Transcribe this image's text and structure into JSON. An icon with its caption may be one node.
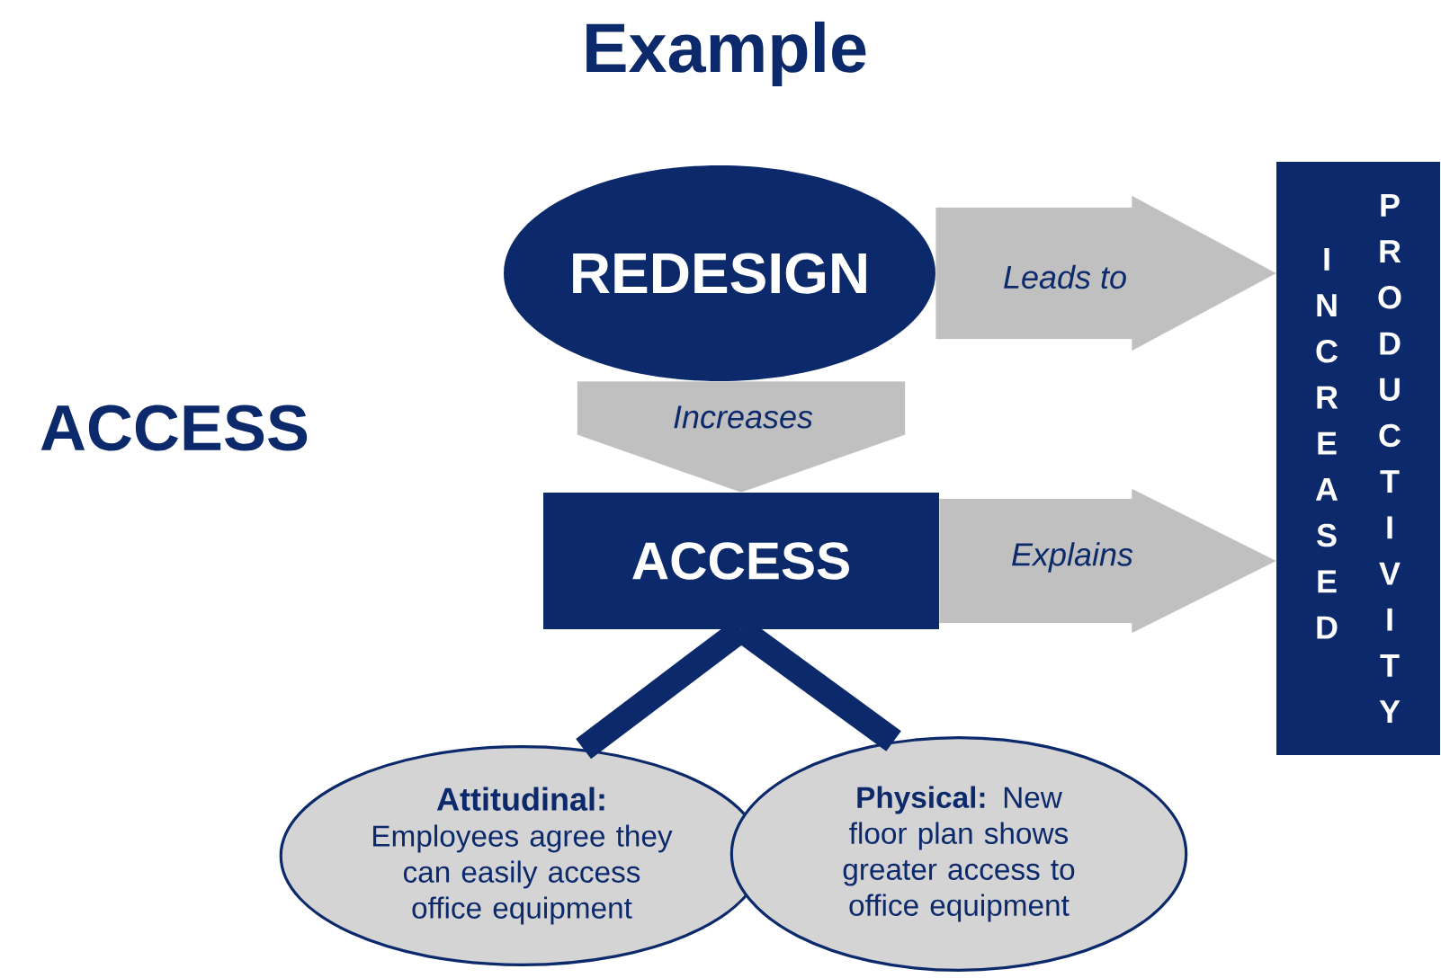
{
  "diagram": {
    "title": "Example",
    "nodes": [
      {
        "text": [
          "REDESIGN"
        ]
      },
      {
        "text": [
          "ACCESS"
        ]
      },
      {
        "text": [
          "INCREASED",
          "PRODUCTIVITY"
        ]
      },
      {
        "text": [
          "Attitudinal:",
          "Employees agree they can easily access office equipment"
        ]
      },
      {
        "text": [
          "**Physical:** New floor plan shows greater access to office equipment"
        ]
      }
    ],
    "edges": [
      {
        "from": 0,
        "to": 1,
        "arrow": "to",
        "label": "Increases"
      },
      {
        "from": 0,
        "to": 2,
        "arrow": "to",
        "label": "Leads to"
      },
      {
        "from": 1,
        "to": 2,
        "arrow": "to",
        "label": "Explains"
      },
      {
        "from": 1,
        "to": 3,
        "arrow": "none",
        "color": "#0c2a6b"
      },
      {
        "from": 1,
        "to": 4,
        "arrow": "none",
        "color": "#0c2a6b"
      }
    ],
    "labels": [
      "ACCESS"
    ]
  }
}
